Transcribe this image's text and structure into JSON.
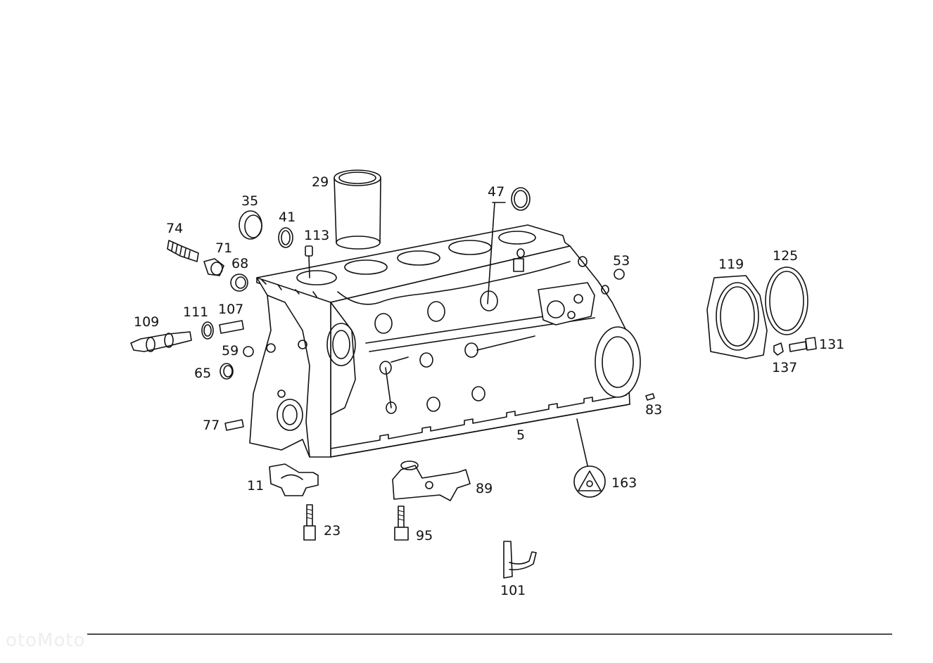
{
  "parts": [
    {
      "number": "29"
    },
    {
      "number": "35"
    },
    {
      "number": "41"
    },
    {
      "number": "113"
    },
    {
      "number": "47"
    },
    {
      "number": "74"
    },
    {
      "number": "71"
    },
    {
      "number": "68"
    },
    {
      "number": "53"
    },
    {
      "number": "119"
    },
    {
      "number": "125"
    },
    {
      "number": "109"
    },
    {
      "number": "111"
    },
    {
      "number": "107"
    },
    {
      "number": "59"
    },
    {
      "number": "65"
    },
    {
      "number": "131"
    },
    {
      "number": "137"
    },
    {
      "number": "83"
    },
    {
      "number": "77"
    },
    {
      "number": "5"
    },
    {
      "number": "11"
    },
    {
      "number": "89"
    },
    {
      "number": "163"
    },
    {
      "number": "23"
    },
    {
      "number": "95"
    },
    {
      "number": "101"
    }
  ],
  "watermark": "otoMoto"
}
